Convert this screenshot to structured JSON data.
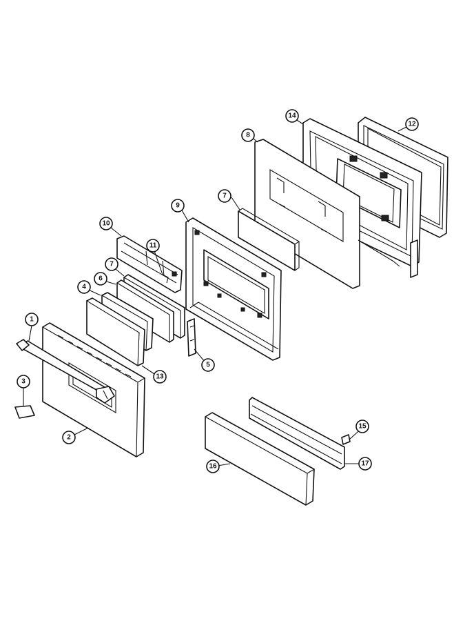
{
  "callouts": [
    {
      "id": "c1",
      "label": "1"
    },
    {
      "id": "c2",
      "label": "2"
    },
    {
      "id": "c3",
      "label": "3"
    },
    {
      "id": "c4",
      "label": "4"
    },
    {
      "id": "c5",
      "label": "5"
    },
    {
      "id": "c6",
      "label": "6"
    },
    {
      "id": "c7a",
      "label": "7"
    },
    {
      "id": "c7b",
      "label": "7"
    },
    {
      "id": "c8",
      "label": "8"
    },
    {
      "id": "c9",
      "label": "9"
    },
    {
      "id": "c10",
      "label": "10"
    },
    {
      "id": "c11",
      "label": "11"
    },
    {
      "id": "c12",
      "label": "12"
    },
    {
      "id": "c13",
      "label": "13"
    },
    {
      "id": "c14",
      "label": "14"
    },
    {
      "id": "c15",
      "label": "15"
    },
    {
      "id": "c16",
      "label": "16"
    },
    {
      "id": "c17",
      "label": "17"
    }
  ]
}
